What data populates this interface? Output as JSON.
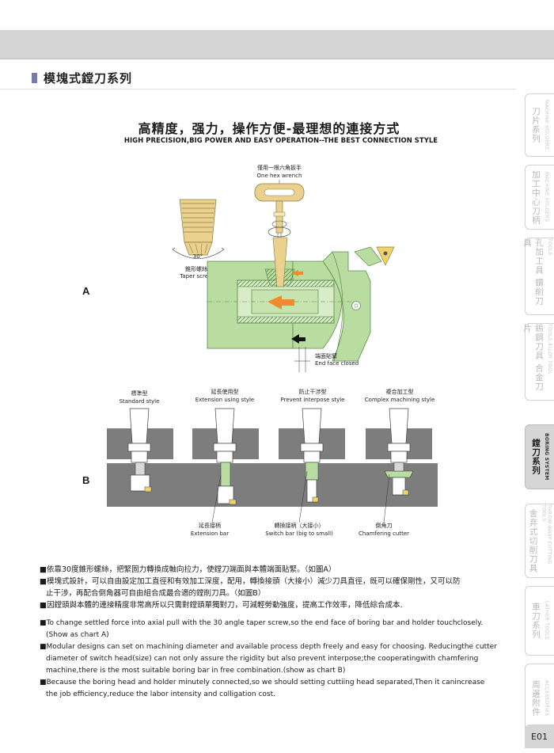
{
  "section": {
    "title": "模塊式鏜刀系列"
  },
  "heading": {
    "zh": "高精度，强力，操作方便-最理想的連接方式",
    "en": "HIGH PRECISION,BIG POWER AND EASY OPERATION--THE BEST CONNECTION STYLE"
  },
  "diagram_a": {
    "label": "A",
    "wrench_zh": "僅用一根六角扳手",
    "wrench_en": "One hex wrench",
    "screw_angle": "30°",
    "screw_zh": "錐形螺絲",
    "screw_en": "Taper screw",
    "face_zh": "端面貼緊",
    "face_en": "End face closed"
  },
  "diagram_b": {
    "label": "B",
    "styles": [
      {
        "zh": "標準型",
        "en": "Standard style"
      },
      {
        "zh": "延長使用型",
        "en": "Extension using style"
      },
      {
        "zh": "防止干涉型",
        "en": "Prevent interpose style"
      },
      {
        "zh": "複合加工型",
        "en": "Complex machining style"
      }
    ],
    "parts": [
      {
        "zh": "延長接柄",
        "en": "Extension bar"
      },
      {
        "zh": "轉換接柄（大接小）",
        "en": "Switch bar (big to small)"
      },
      {
        "zh": "倒角刀",
        "en": "Chamfering cutter"
      }
    ]
  },
  "zh_points": [
    "■依靠30度錐形螺絲，把緊固力轉換成軸向拉力，使鏜刀端面與本體端面貼緊。（如圖A）",
    "■模塊式設計，可以自由設定加工直徑和有效加工深度，配用，轉換接頭（大接小）減少刀具直徑，既可以確保剛性，又可以防",
    "止干涉，再配合倒角器可自由組合成最合適的鏜削刀具。（如圖B）",
    "■因鏜頭與本體的連接精度非常高所以只需對鏜頭單獨對刀，可減輕勞動強度，提高工作效率，降低綜合成本."
  ],
  "en_points": [
    "■To change settled force into axial pull with the 30 angle taper screw,so the end face of boring bar and holder touchclosely.",
    "(Show as chart A)",
    "■Modular designs can set on machining diameter and available process depth freely and easy for choosing. Reducingthe cutter",
    "diameter of switch  head(size) can not only assure the rigidity but also prevent interpose;the cooperatingwith chamfering",
    "machine,there is the most suitable boring bar in free combination.(show as chart B)",
    "■Because the boring head and holder minutely connected,so we should setting cuttiing head separated,Then it canincrease",
    "the job efficiency,reduce the labor intensity and colligation cost."
  ],
  "tabs": [
    {
      "zh": "刀片系列",
      "en": "MACHINE HOLDERS"
    },
    {
      "zh": "加工中心刀柄",
      "en": "MACHINE HOLDERS"
    },
    {
      "zh": "孔加工具 鑽削刀具",
      "en": "HOLE CUTTING DRILLING TOOLS"
    },
    {
      "zh": "鎢鋼刀具 合金刀片",
      "en": "TUNG STEN STEEL CUTTING TOOLS ALLOY TOOL"
    },
    {
      "zh": "鏜刀系列",
      "en": "BORING SYSTEM"
    },
    {
      "zh": "舍弃式切削刀具",
      "en": "THROW-AWAY CUTTING TOOLS"
    },
    {
      "zh": "車刀系列",
      "en": "LATHER TOOLS"
    },
    {
      "zh": "周邊附件",
      "en": "ACCESSORIES"
    }
  ],
  "page_number": "E01",
  "colors": {
    "tool_green": "#b9dca0",
    "wrench_tan": "#ead28e",
    "arrow_orange": "#f08c2c",
    "block_grey": "#7d7d7d"
  }
}
